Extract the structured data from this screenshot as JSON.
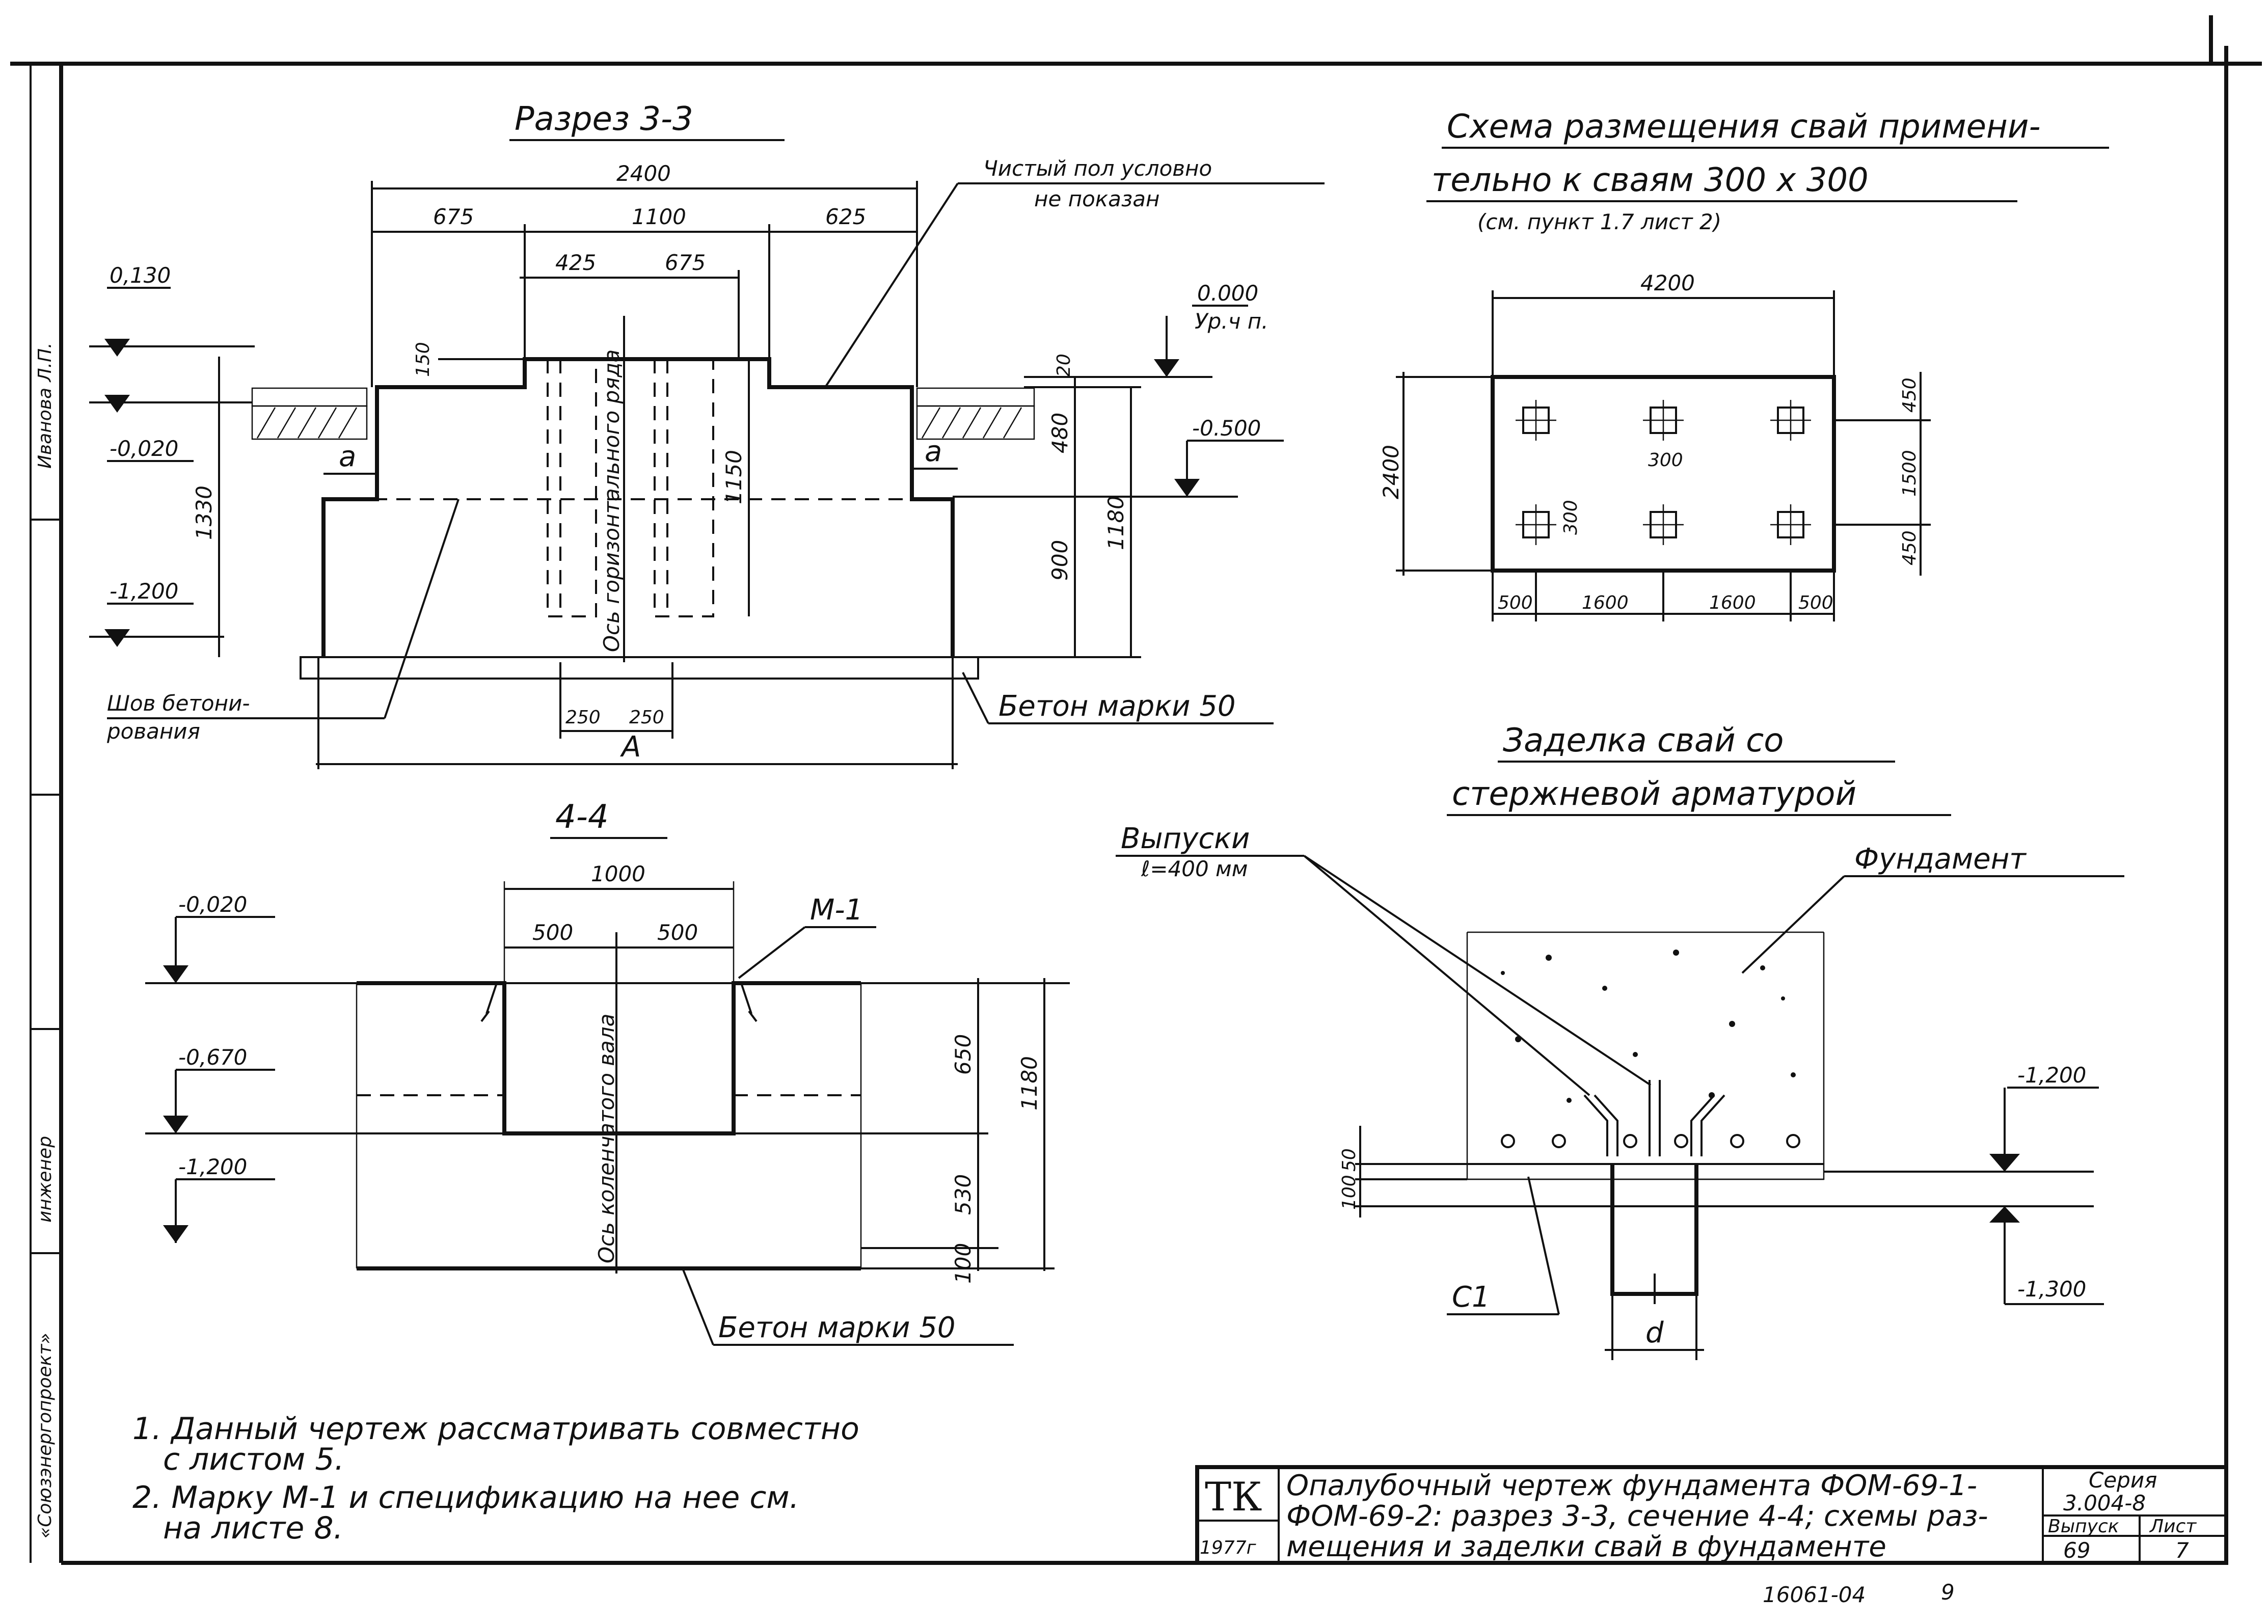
{
  "section_3_3": {
    "title": "Разрез 3-3",
    "dims": {
      "total": "2400",
      "left": "675",
      "mid": "1100",
      "right": "625",
      "inner_a": "425",
      "inner_b": "675",
      "d150": "150",
      "d20": "20",
      "d480": "480",
      "d1150": "1150",
      "d1330": "1330",
      "d900": "900",
      "d1180": "1180",
      "w250a": "250",
      "w250b": "250"
    },
    "labels": {
      "a_left": "a",
      "a_right": "a",
      "A": "A",
      "axis": "Ось горизонтального ряда",
      "floor_note_1": "Чистый пол условно",
      "floor_note_2": "не показан",
      "joint_1": "Шов бетони-",
      "joint_2": "рования",
      "concrete": "Бетон марки 50"
    },
    "levels": {
      "l_0130": "0,130",
      "l_m0020": "-0,020",
      "l_m1200": "-1,200",
      "l_0000": "0.000",
      "l_ur": "Ур.ч п.",
      "l_m0500": "-0.500"
    }
  },
  "section_4_4": {
    "title": "4-4",
    "dims": {
      "w1000": "1000",
      "w500a": "500",
      "w500b": "500",
      "h650": "650",
      "h530": "530",
      "h100": "100",
      "h1180": "1180"
    },
    "levels": {
      "l1": "-0,020",
      "l2": "-0,670",
      "l3": "-1,200"
    },
    "labels": {
      "m1": "М-1",
      "axis": "Ось коленчатого вала",
      "concrete": "Бетон марки 50"
    }
  },
  "pile_scheme": {
    "title_1": "Схема размещения свай примени-",
    "title_2": "тельно к сваям 300 х 300",
    "title_3": "(см. пункт 1.7 лист 2)",
    "dims": {
      "w4200": "4200",
      "h2400": "2400",
      "d450a": "450",
      "d1500": "1500",
      "d450b": "450",
      "d300a": "300",
      "d300b": "300",
      "b500a": "500",
      "b1600a": "1600",
      "b1600b": "1600",
      "b500b": "500"
    }
  },
  "pile_embed": {
    "title_1": "Заделка свай со",
    "title_2": "стержневой арматурой",
    "labels": {
      "outlets_1": "Выпуски",
      "outlets_2": "ℓ=400 мм",
      "foundation": "Фундамент",
      "c1": "С1",
      "d": "d",
      "l1": "-1,200",
      "l2": "-1,300",
      "d50": "50",
      "d100": "100"
    }
  },
  "notes": {
    "n1a": "1. Данный чертеж рассматривать совместно",
    "n1b": "с листом 5.",
    "n2a": "2. Марку М-1 и спецификацию на нее см.",
    "n2b": "на листе 8."
  },
  "title_block": {
    "tk": "ТК",
    "year": "1977г",
    "desc_1": "Опалубочный чертеж фундамента ФОМ-69-1-",
    "desc_2": "ФОМ-69-2: разрез 3-3, сечение 4-4; схемы раз-",
    "desc_3": "мещения и заделки свай в фундаменте",
    "seria_label": "Серия",
    "seria_value": "3.004-8",
    "vypusk_label": "Выпуск",
    "vypusk_value": "69",
    "list_label": "Лист",
    "list_value": "7"
  },
  "margin": {
    "org": "«Союзэнергопроект»",
    "role": "инженер",
    "name": "Иванова Л.П."
  },
  "footer": {
    "code": "16061-04",
    "page": "9"
  }
}
